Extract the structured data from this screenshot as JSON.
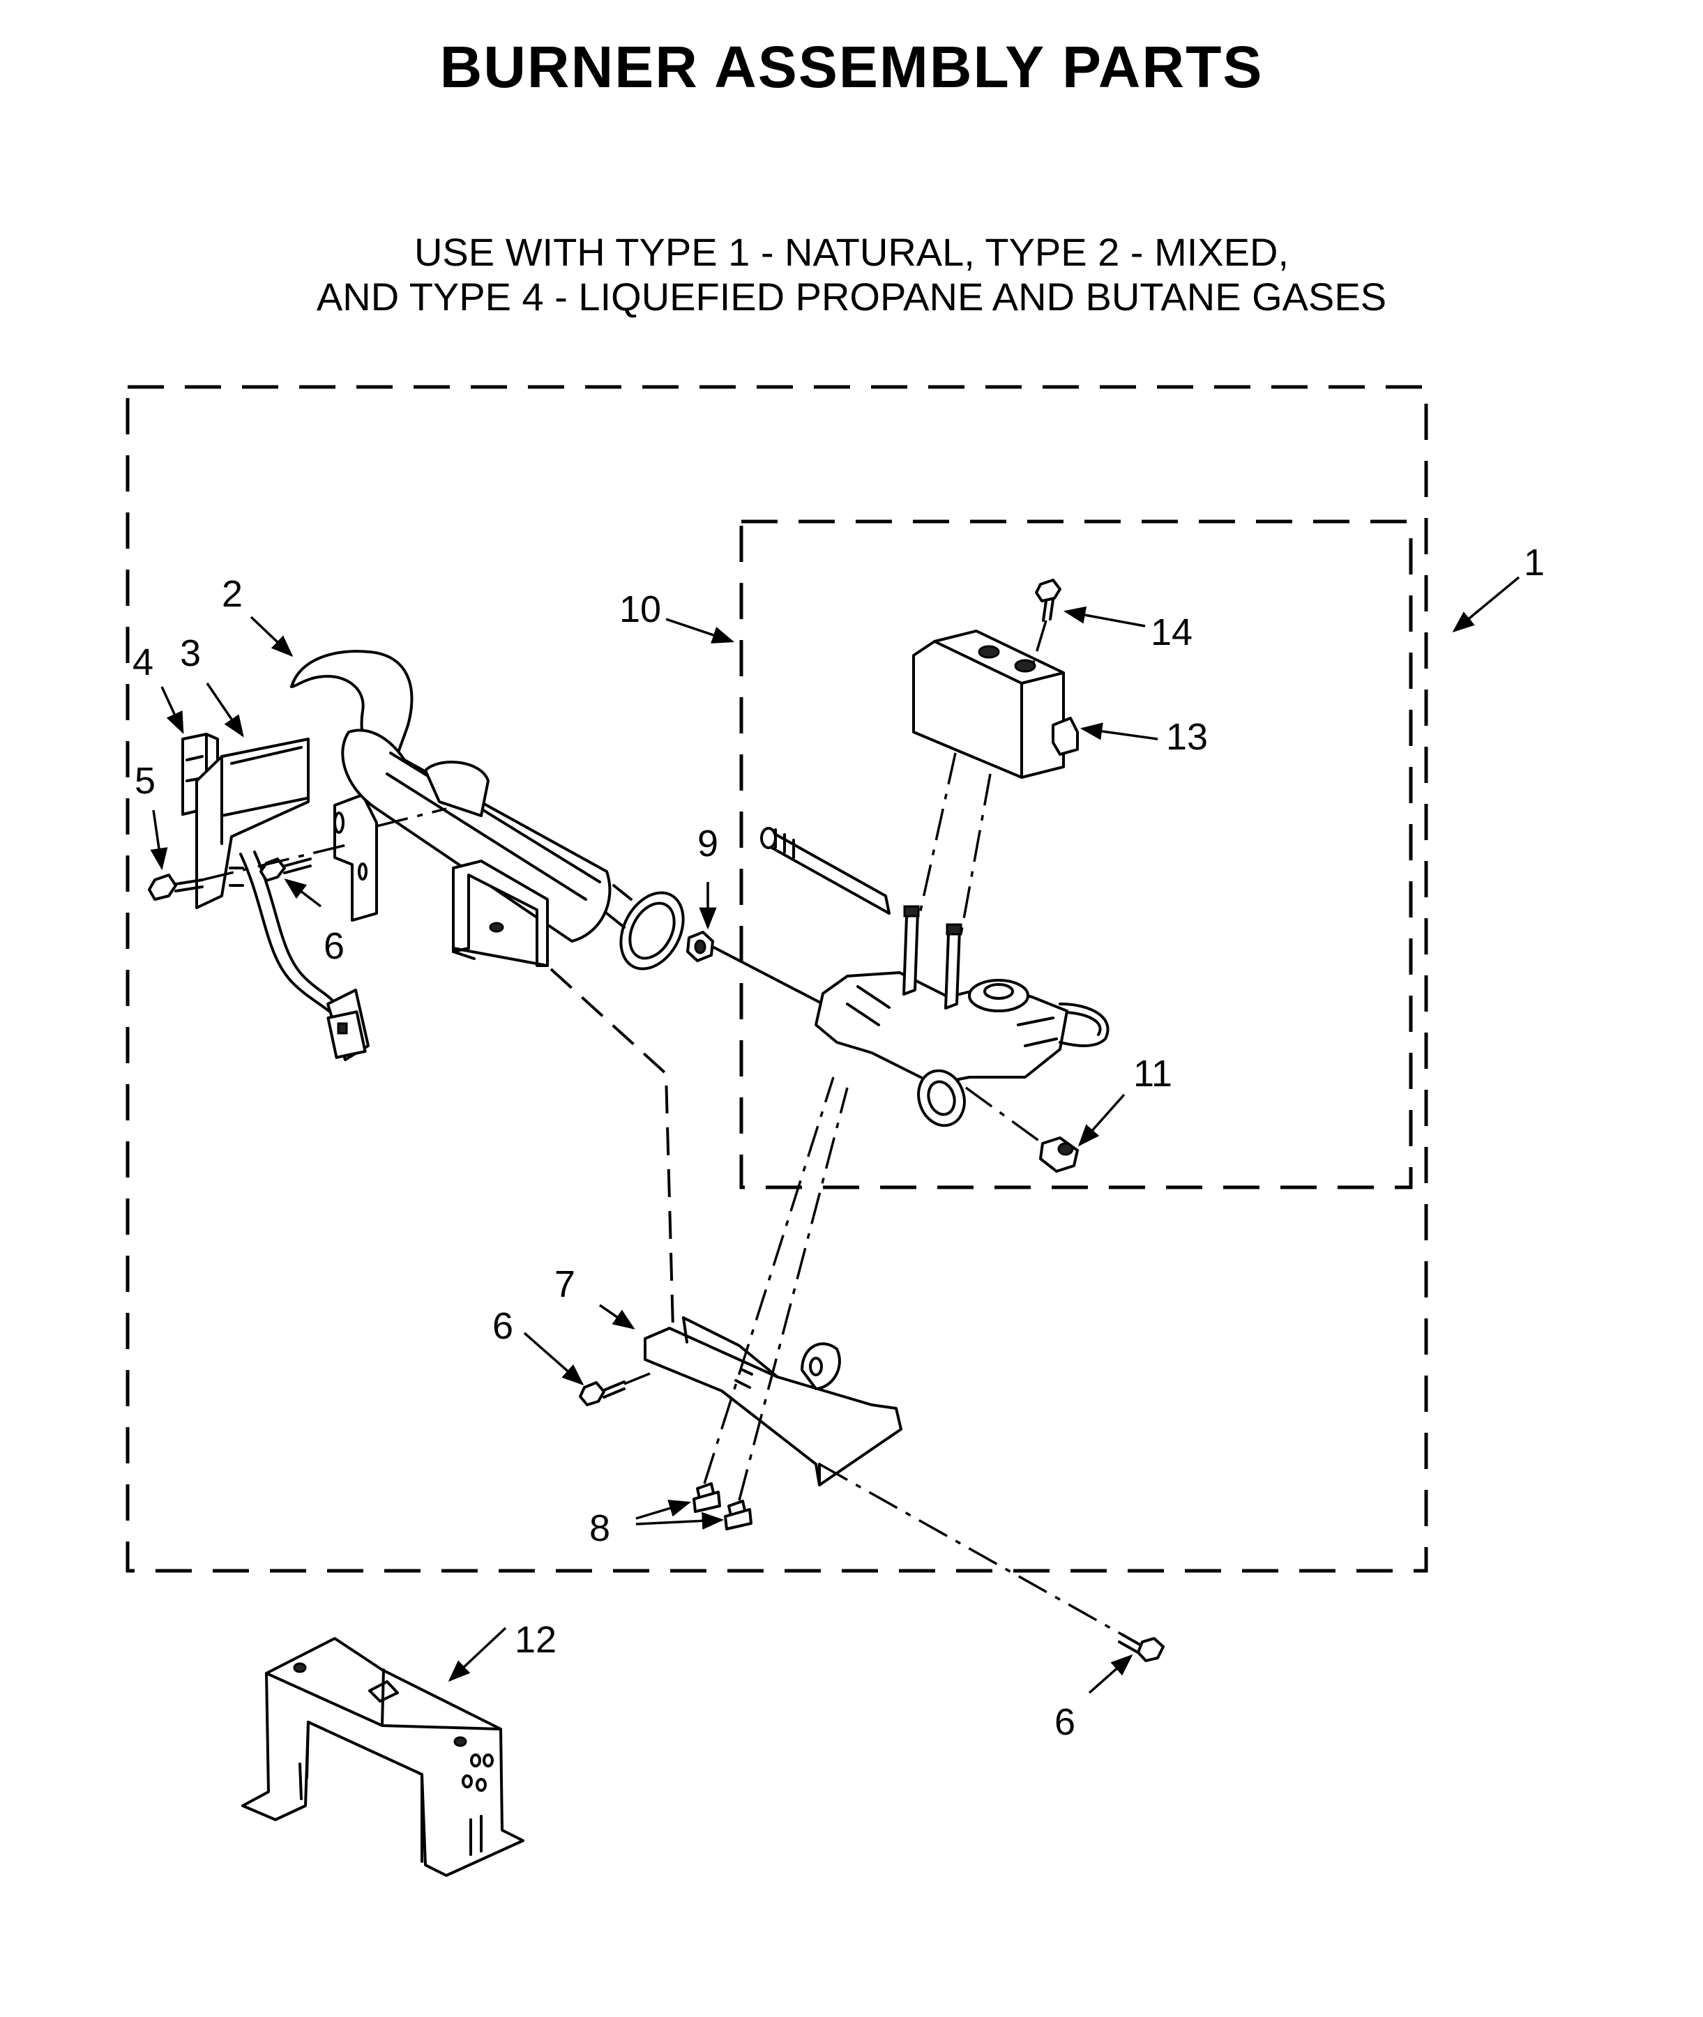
{
  "title": "BURNER ASSEMBLY PARTS",
  "subtitle": {
    "line1": "USE WITH TYPE 1 - NATURAL, TYPE 2 - MIXED,",
    "line2": "AND TYPE 4 - LIQUEFIED PROPANE AND BUTANE GASES"
  },
  "callouts": {
    "c1": "1",
    "c2": "2",
    "c3": "3",
    "c4": "4",
    "c5": "5",
    "c6a": "6",
    "c6b": "6",
    "c6c": "6",
    "c7": "7",
    "c8": "8",
    "c9": "9",
    "c10": "10",
    "c11": "11",
    "c12": "12",
    "c13": "13",
    "c14": "14"
  }
}
